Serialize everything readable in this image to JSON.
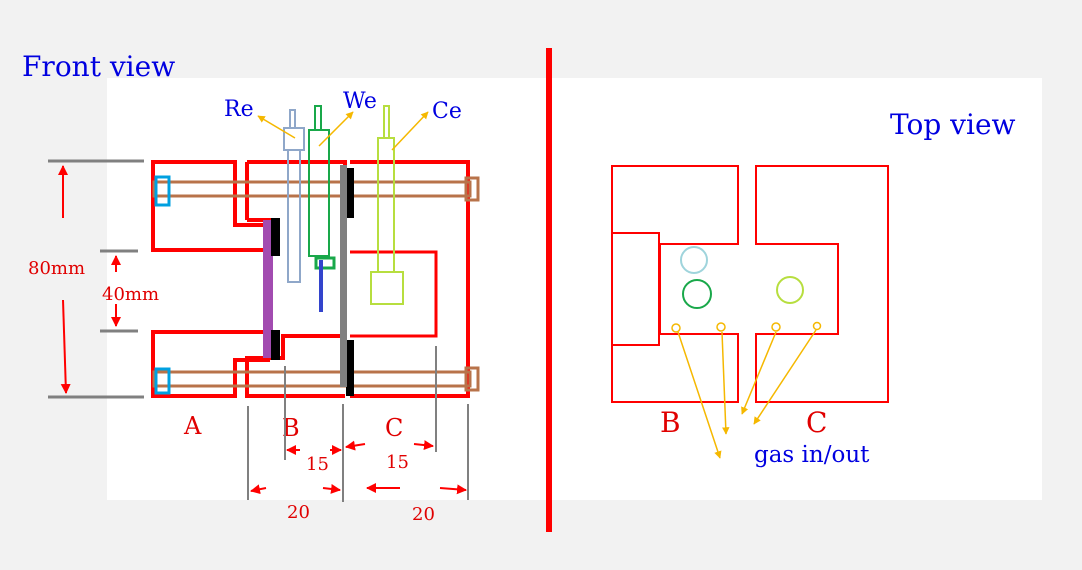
{
  "front_view": {
    "title": "Front view",
    "electrodes": {
      "re": "Re",
      "we": "We",
      "ce": "Ce"
    },
    "dimensions": {
      "total_height": "80mm",
      "gap_height": "40mm"
    },
    "sections": {
      "a": "A",
      "b": "B",
      "c": "C"
    },
    "widths": {
      "b_inner": "15",
      "c_inner": "15",
      "b_outer": "20",
      "c_outer": "20"
    }
  },
  "top_view": {
    "title": "Top view",
    "sections": {
      "b": "B",
      "c": "C"
    },
    "port_label": "gas in/out"
  },
  "colors": {
    "frame": "#ff0000",
    "rod": "#b8734a",
    "re_tube": "#8fa7c9",
    "we_tube": "#19a84a",
    "we_tip": "#3344cc",
    "ce_tube": "#b7de3f",
    "membrane": "#a24bb0",
    "gasket": "#000000",
    "separator": "#808080",
    "cap": "#00a0e0",
    "arrow_gold": "#f5b800",
    "text_blue": "#0000e0",
    "text_red": "#e00000"
  }
}
